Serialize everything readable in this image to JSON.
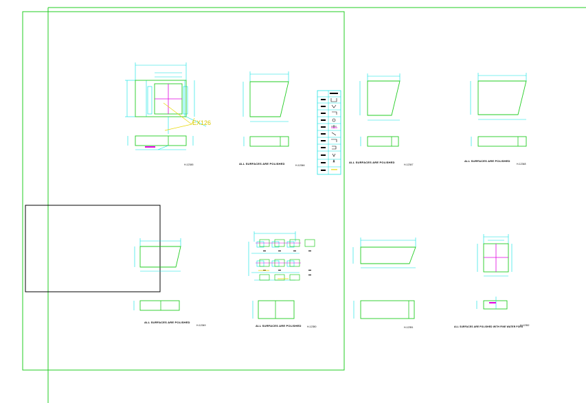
{
  "colors": {
    "frame": "#22cc22",
    "part": "#22cc22",
    "dimension": "#00e0e0",
    "center_mark": "#e000e0",
    "highlight": "#e8d800",
    "black": "#000000"
  },
  "callout": {
    "text": "EX126"
  },
  "notes": {
    "n1": "ALL SURFACES ARE POLISHED",
    "n2": "ALL SURFACES ARE POLISHED",
    "n3": "ALL SURFACES ARE POLISHED",
    "n4": "ALL SURFACES ARE POLISHED",
    "n5": "ALL SURFACES ARE POLISHED",
    "n6": "ALL SURFACES ARE POLISHED WITH FINE WATER FORS"
  },
  "codes": {
    "c1": "H-12345",
    "c2": "H-12346",
    "c3": "H-12347",
    "c4": "H-12348",
    "c5": "H-12349",
    "c6": "H-12350",
    "c7": "H-12351",
    "c8": "H-12352"
  }
}
